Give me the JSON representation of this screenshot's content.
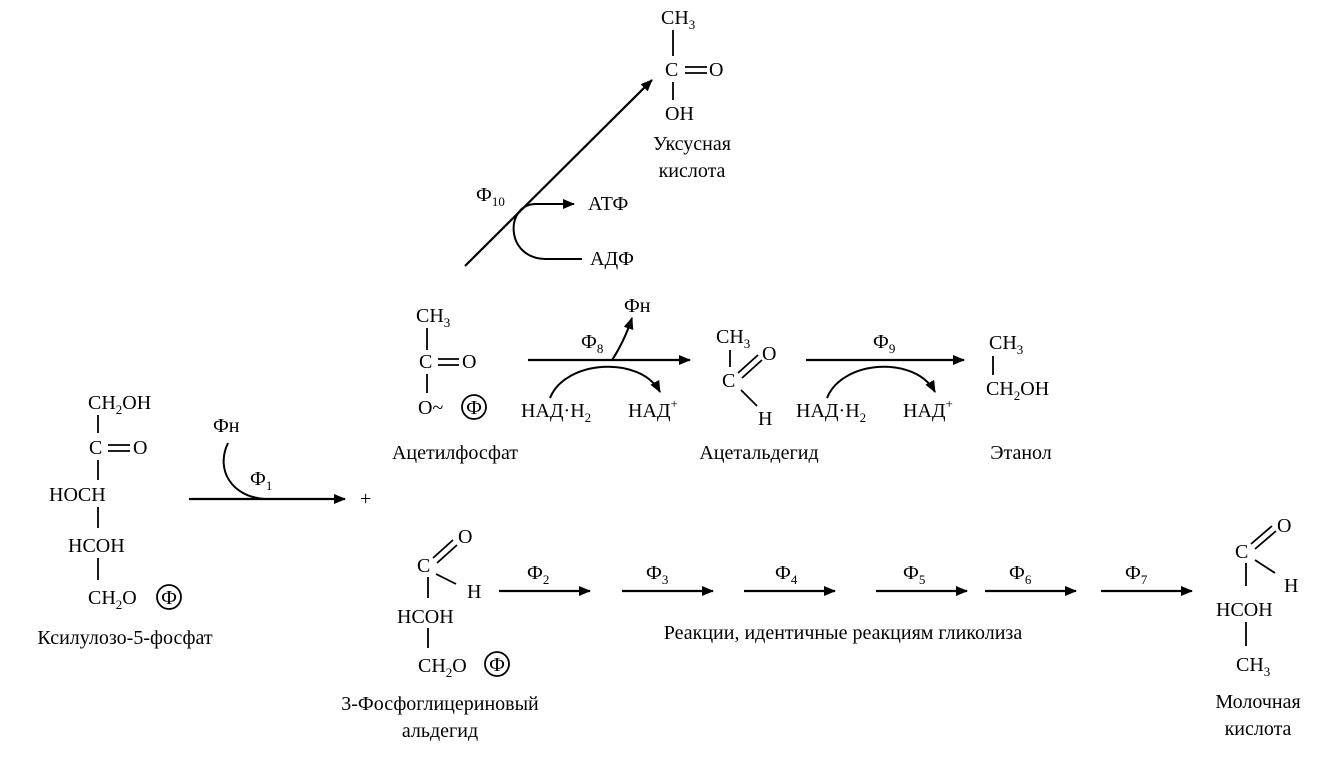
{
  "compounds": {
    "acetic_acid": {
      "ch3": "CH3",
      "c": "C",
      "o": "O",
      "oh": "OH",
      "name_line1": "Уксусная",
      "name_line2": "кислота"
    },
    "acetylphosphate": {
      "ch3": "CH3",
      "c": "C",
      "o": "O",
      "o_tilde": "O~",
      "phosphate": "Ф",
      "name": "Ацетилфосфат"
    },
    "acetaldehyde": {
      "ch3": "CH3",
      "c": "C",
      "o": "O",
      "h": "H",
      "name": "Ацетальдегид"
    },
    "ethanol": {
      "ch3": "CH3",
      "ch2oh": "CH2OH",
      "name": "Этанол"
    },
    "xylulose5p": {
      "ch2oh": "CH2OH",
      "c": "C",
      "o": "O",
      "hoch": "HOCH",
      "hcoh": "HCOH",
      "ch2o": "CH2O",
      "phosphate": "Ф",
      "name": "Ксилулозо-5-фосфат"
    },
    "pga": {
      "c": "C",
      "o": "O",
      "h": "H",
      "hcoh": "HCOH",
      "ch2o": "CH2O",
      "phosphate": "Ф",
      "name_line1": "3-Фосфоглицериновый",
      "name_line2": "альдегид"
    },
    "lactic_acid": {
      "c": "C",
      "o": "O",
      "h": "H",
      "hcoh": "HCOH",
      "ch3": "CH3",
      "name_line1": "Молочная",
      "name_line2": "кислота"
    }
  },
  "cofactors": {
    "atp": "АТФ",
    "adp": "АДФ",
    "nadh2_1": "НАД·H2",
    "nad_1": "НАД+",
    "nadh2_2": "НАД·H2",
    "nad_2": "НАД+",
    "pn_top": "Фн",
    "pn_left": "Фн",
    "plus": "+"
  },
  "enzymes": {
    "f1": "Ф1",
    "f2": "Ф2",
    "f3": "Ф3",
    "f4": "Ф4",
    "f5": "Ф5",
    "f6": "Ф6",
    "f7": "Ф7",
    "f8": "Ф8",
    "f9": "Ф9",
    "f10": "Ф10"
  },
  "notes": {
    "glycolysis": "Реакции, идентичные реакциям гликолиза"
  }
}
